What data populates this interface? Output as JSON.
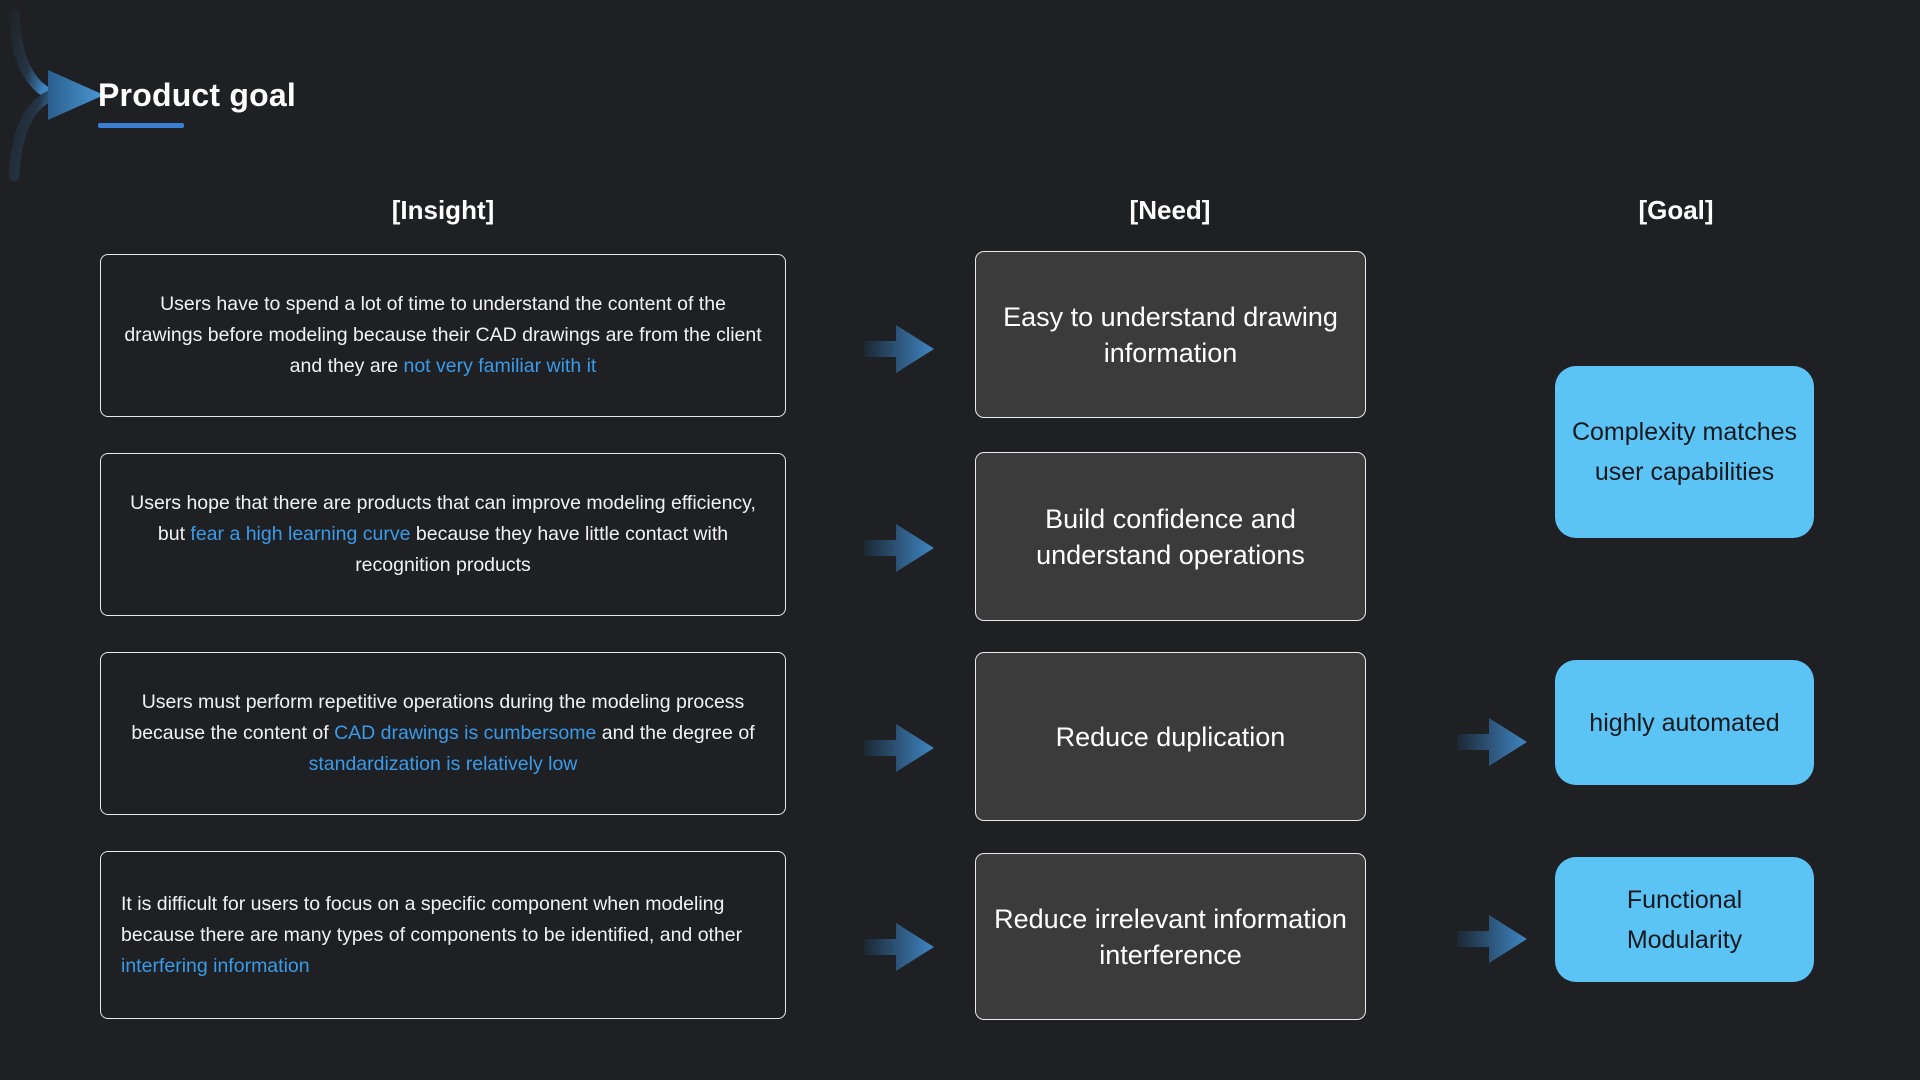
{
  "header": {
    "title": "Product goal",
    "accent_color": "#3b7fd4"
  },
  "columns": {
    "insight_label": "[Insight]",
    "need_label": "[Need]",
    "goal_label": "[Goal]"
  },
  "theme": {
    "background": "#1e2024",
    "insight_card_bg": "#1e2024",
    "insight_card_border": "#e9e9ea",
    "need_card_bg": "#3b3b3b",
    "need_card_border": "#e9e9ea",
    "goal_card_bg": "#5cc3f5",
    "goal_text_color": "#15191d",
    "highlight_color": "#3b9be8",
    "arrow_color_light": "#3f86c4",
    "arrow_color_dark": "#1c2733"
  },
  "insights": [
    {
      "id": "insight-1",
      "segments": [
        {
          "text": "Users have to spend a lot of time to understand the content of the drawings before modeling because their CAD drawings are from the client and they are ",
          "highlight": false
        },
        {
          "text": "not very familiar with it",
          "highlight": true
        }
      ],
      "align": "center"
    },
    {
      "id": "insight-2",
      "segments": [
        {
          "text": "Users hope that there are products that can improve modeling efficiency, but ",
          "highlight": false
        },
        {
          "text": "fear a high learning curve",
          "highlight": true
        },
        {
          "text": " because they have little contact with recognition products",
          "highlight": false
        }
      ],
      "align": "center"
    },
    {
      "id": "insight-3",
      "segments": [
        {
          "text": "Users must perform repetitive operations during the modeling process because the content of ",
          "highlight": false
        },
        {
          "text": "CAD drawings is cumbersome",
          "highlight": true
        },
        {
          "text": " and the degree of ",
          "highlight": false
        },
        {
          "text": "standardization is relatively low",
          "highlight": true
        }
      ],
      "align": "center"
    },
    {
      "id": "insight-4",
      "segments": [
        {
          "text": "It is difficult for users to focus on a specific component when modeling because there are many types of components to be identified, and other ",
          "highlight": false
        },
        {
          "text": "interfering information",
          "highlight": true
        }
      ],
      "align": "left"
    }
  ],
  "needs": [
    {
      "id": "need-1",
      "text": "Easy to understand drawing information"
    },
    {
      "id": "need-2",
      "text": "Build confidence and understand operations"
    },
    {
      "id": "need-3",
      "text": "Reduce duplication"
    },
    {
      "id": "need-4",
      "text": "Reduce irrelevant information interference"
    }
  ],
  "goals": [
    {
      "id": "goal-1",
      "text": "Complexity matches user capabilities"
    },
    {
      "id": "goal-2",
      "text": "highly automated"
    },
    {
      "id": "goal-3",
      "text": "Functional Modularity"
    }
  ],
  "arrows": {
    "insight_to_need": [
      {
        "name": "arrow-insight-1-to-need-1"
      },
      {
        "name": "arrow-insight-2-to-need-2"
      },
      {
        "name": "arrow-insight-3-to-need-3"
      },
      {
        "name": "arrow-insight-4-to-need-4"
      }
    ],
    "need_to_goal": [
      {
        "name": "merge-arrow-need-1-2-to-goal-1",
        "type": "merge"
      },
      {
        "name": "arrow-need-3-to-goal-2",
        "type": "straight"
      },
      {
        "name": "arrow-need-4-to-goal-3",
        "type": "straight"
      }
    ]
  }
}
